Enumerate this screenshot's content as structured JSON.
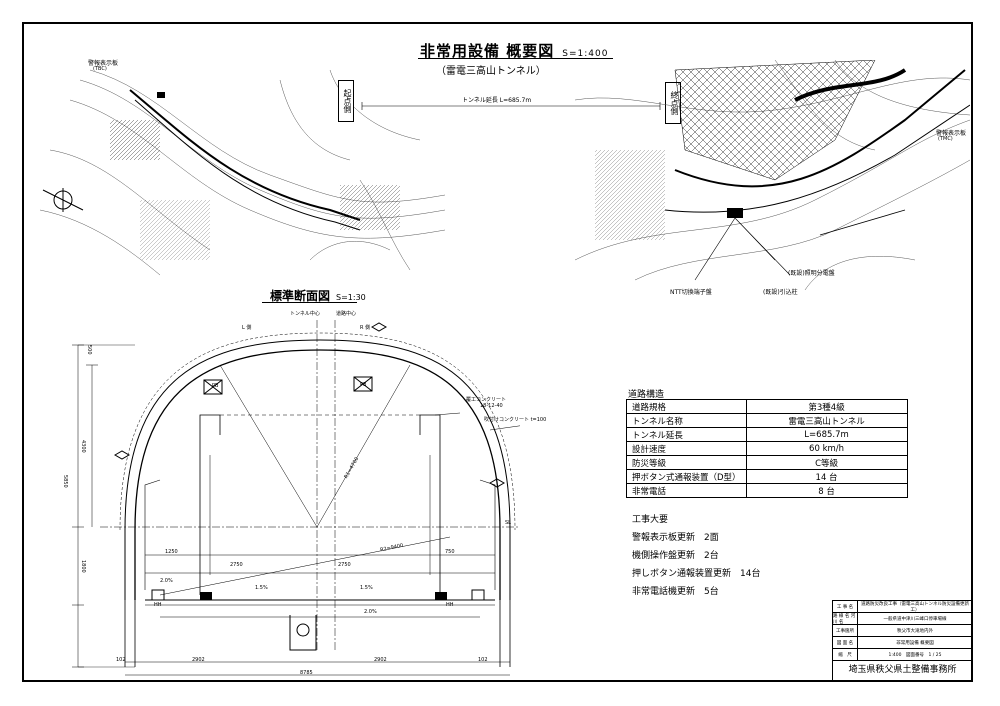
{
  "drawing": {
    "title": "非常用設備 概要図",
    "title_scale": "S=1:400",
    "subtitle": "（雷電三高山トンネル）",
    "tunnel_length_label": "トンネル延長 L=685.7m",
    "start_label": "起点側",
    "end_label": "終点側",
    "warning_board_left": "警報表示板",
    "warning_board_left_code": "(TBC)",
    "warning_board_right": "警報表示板",
    "warning_board_right_code": "(TMC)",
    "ntt_label": "NTT切換端子盤",
    "panel_label": "(既設)照明分電盤",
    "lead_pole_label": "(既設)引込柱",
    "cable_label": "",
    "section_title": "標準断面図",
    "section_scale": "S=1:30",
    "tunnel_center": "トンネル中心",
    "road_center": "道路中心",
    "l_side": "L 側",
    "r_side": "R 側",
    "lining_concrete": "覆工コンクリート",
    "lining_spec": "18-12-40",
    "spray_concrete": "吹付けコンクリート t=100",
    "sl": "SL",
    "pb": "PB",
    "hh": "HH",
    "slope_left": "2.0%",
    "slope_mid_left": "1.5%",
    "slope_mid_right": "1.5%",
    "slope_bottom": "2.0%",
    "dim_1250": "1250",
    "dim_2750_l": "2750",
    "dim_2750_r": "2750",
    "dim_750": "750",
    "dim_2902_l": "2902",
    "dim_2902_r": "2902",
    "dim_102_l": "102",
    "dim_102_r": "102",
    "dim_8785": "8785",
    "dim_5850": "5850",
    "dim_4300": "4300",
    "dim_1800": "1800",
    "dim_500": "500",
    "radius_r1": "R1=4700",
    "radius_r2": "R2=9400"
  },
  "spec_table": {
    "title": "道路構造",
    "rows": [
      {
        "k": "道路規格",
        "v": "第3種4級"
      },
      {
        "k": "トンネル名称",
        "v": "雷電三高山トンネル"
      },
      {
        "k": "トンネル延長",
        "v": "L=685.7m"
      },
      {
        "k": "設計速度",
        "v": "60 km/h"
      },
      {
        "k": "防災等級",
        "v": "C等級"
      },
      {
        "k": "押ボタン式通報装置（D型）",
        "v": "14 台"
      },
      {
        "k": "非常電話",
        "v": "8 台"
      }
    ]
  },
  "works": {
    "title": "工事大要",
    "items": [
      "警報表示板更新　2面",
      "機側操作盤更新　2台",
      "押しボタン通報装置更新　14台",
      "非常電話機更新　5台"
    ]
  },
  "title_block": {
    "rows": [
      {
        "k": "工 事 名",
        "v": "道路防災改良工事（雷電三高山トンネル防災設備更新工）"
      },
      {
        "k": "路 線 名\n河 川 名",
        "v": "一般県道中津川三峰口停車場線"
      },
      {
        "k": "工事箇所",
        "v": "秩父市大滝地内外"
      },
      {
        "k": "図 面 名",
        "v": "非常用設備 概要図"
      },
      {
        "k": "縮　尺",
        "v": "1:400　図面番号　1 / 25"
      }
    ],
    "office": "埼玉県秩父県土整備事務所"
  }
}
